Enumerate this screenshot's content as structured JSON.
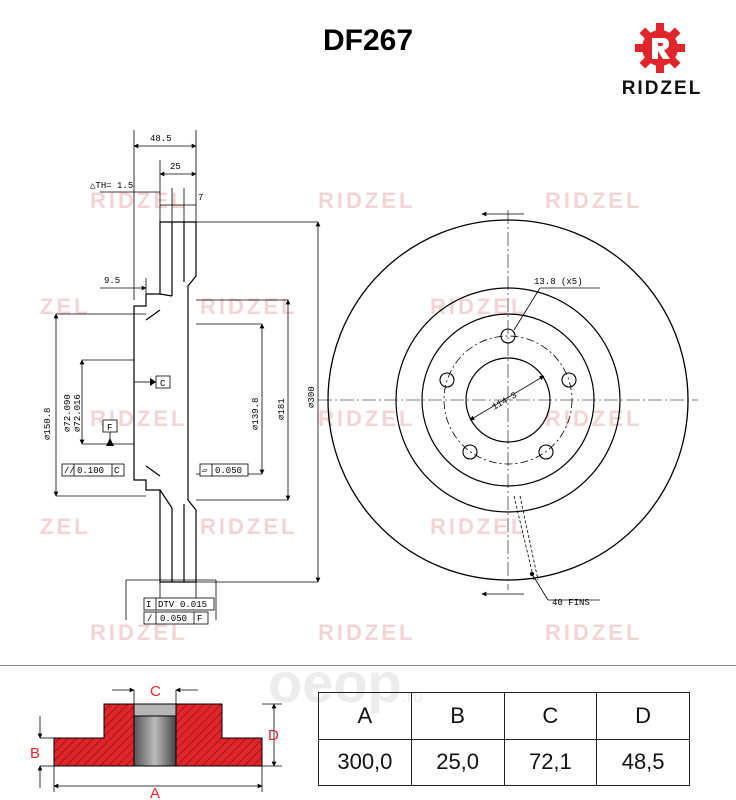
{
  "header": {
    "part_number": "DF267"
  },
  "brand": {
    "name": "RIDZEL",
    "accent_color": "#e0262b",
    "logo_icon": "gear-r-icon"
  },
  "watermark": {
    "text": "RIDZEL",
    "partial_text": "ZEL",
    "color": "#f2d4d4"
  },
  "site_watermark": {
    "text": "oeop",
    "suffix": ".ru"
  },
  "side_view": {
    "dim_overall_width": "48.5",
    "dim_thickness": "25",
    "dim_th": "△TH= 1.5",
    "dim_seven": "7",
    "dim_hat": "9.5",
    "dim_150": "⌀150.8",
    "dim_72090": "⌀72.090",
    "dim_72016": "⌀72.016",
    "dim_139": "⌀139.8",
    "dim_181": "⌀181",
    "dim_300": "⌀300",
    "datum_c": "C",
    "datum_f": "F",
    "tol_left_val": "0.100",
    "tol_left_ref": "C",
    "tol_right_val": "0.050",
    "dtv_label": "DTV",
    "dtv_val": "0.015",
    "flat_val": "0.050",
    "flat_ref": "F"
  },
  "front_view": {
    "holes": "13.8 (x5)",
    "pcd": "114.3",
    "fins": "40 FINS"
  },
  "profile_labels": {
    "a": "A",
    "b": "B",
    "c": "C",
    "d": "D"
  },
  "dimensions_table": {
    "headers": [
      "A",
      "B",
      "C",
      "D"
    ],
    "values": [
      "300,0",
      "25,0",
      "72,1",
      "48,5"
    ]
  }
}
